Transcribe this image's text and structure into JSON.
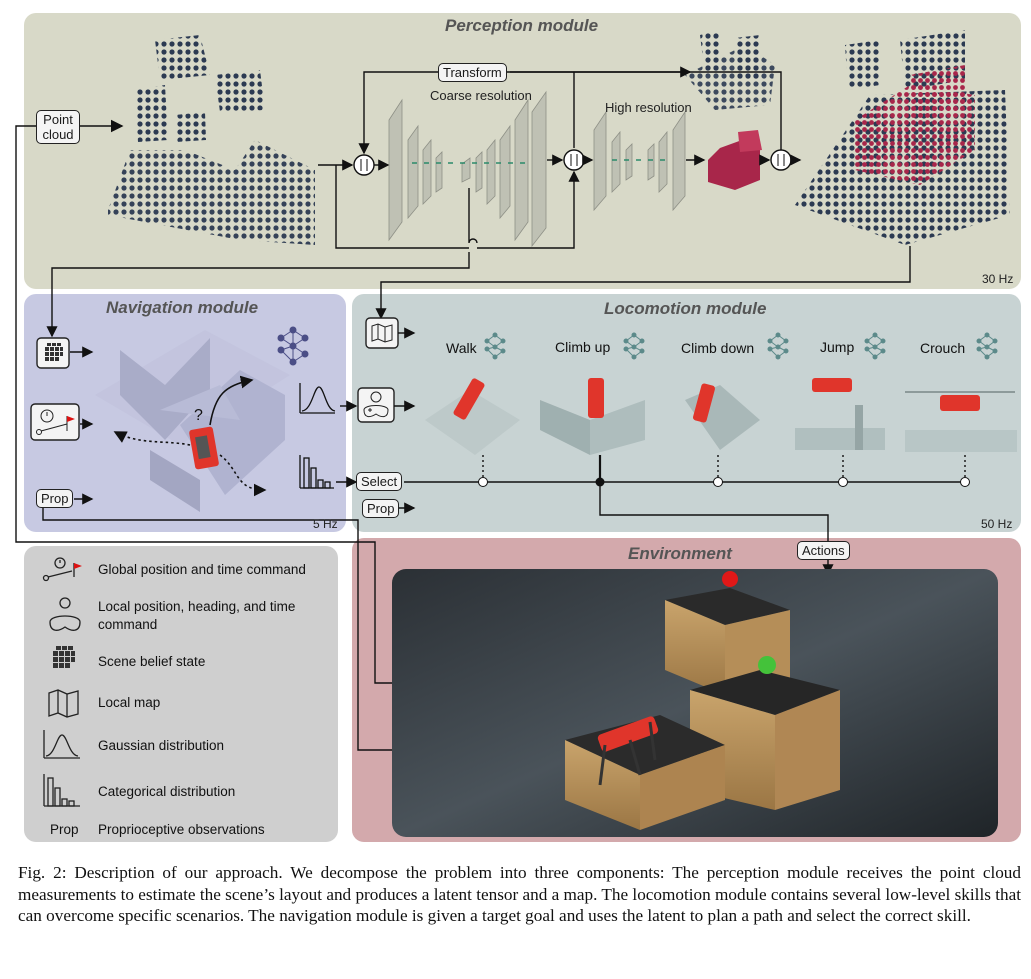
{
  "perception": {
    "title": "Perception module",
    "point_cloud": "Point\ncloud",
    "transform": "Transform",
    "coarse": "Coarse resolution",
    "high": "High resolution",
    "rate": "30 Hz"
  },
  "navigation": {
    "title": "Navigation module",
    "prop": "Prop",
    "rate": "5 Hz",
    "question": "?"
  },
  "locomotion": {
    "title": "Locomotion module",
    "skills": [
      "Walk",
      "Climb up",
      "Climb down",
      "Jump",
      "Crouch"
    ],
    "select": "Select",
    "prop": "Prop",
    "rate": "50 Hz"
  },
  "environment": {
    "title": "Environment",
    "actions": "Actions"
  },
  "legend": {
    "items": [
      "Global position and time command",
      "Local position, heading, and time command",
      "Scene belief state",
      "Local map",
      "Gaussian distribution",
      "Categorical distribution",
      "Proprioceptive observations"
    ],
    "prop_label": "Prop"
  },
  "caption": "Fig. 2: Description of our approach. We decompose the problem into three components: The perception module receives the point cloud measurements to estimate the scene’s layout and produces a latent tensor and a map. The locomotion module contains several low-level skills that can overcome specific scenarios. The navigation module is given a target goal and uses the latent to plan a path and select the correct skill.",
  "colors": {
    "perception_bg": "#d8d9c8",
    "navigation_bg": "#c7c9e2",
    "locomotion_bg": "#c8d3d3",
    "environment_bg": "#d3a9ac",
    "legend_bg": "#cfcfcf",
    "robot": "#e0352b",
    "points": "#2c3a52",
    "occupied": "#a8264a"
  }
}
